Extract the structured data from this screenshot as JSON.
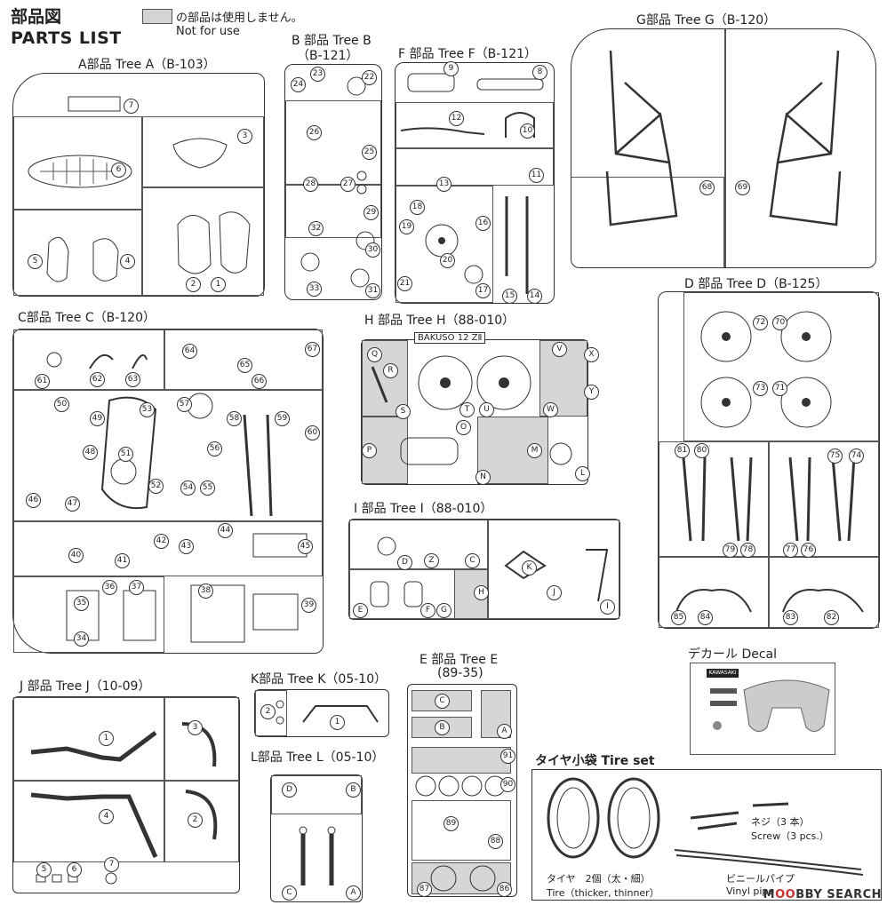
{
  "header": {
    "title_jp": "部品図",
    "title_en": "PARTS LIST",
    "legend_jp": "の部品は使用しません。",
    "legend_en": "Not for use"
  },
  "trees": {
    "A": {
      "label": "A部品 Tree A（B-103）",
      "parts": [
        "7",
        "3",
        "6",
        "5",
        "4",
        "2",
        "1"
      ]
    },
    "B": {
      "label": "B 部品 Tree B",
      "code": "（B-121）",
      "parts": [
        "24",
        "23",
        "22",
        "26",
        "25",
        "28",
        "27",
        "32",
        "29",
        "30",
        "33",
        "31"
      ]
    },
    "F": {
      "label": "F 部品 Tree F（B-121）",
      "parts": [
        "9",
        "8",
        "12",
        "10",
        "11",
        "13",
        "18",
        "16",
        "19",
        "20",
        "21",
        "17",
        "15",
        "14"
      ]
    },
    "G": {
      "label": "G部品 Tree G（B-120）",
      "parts": [
        "68",
        "69"
      ]
    },
    "D": {
      "label": "D 部品 Tree D（B-125）",
      "parts": [
        "72",
        "70",
        "73",
        "71",
        "81",
        "80",
        "75",
        "74",
        "79",
        "78",
        "77",
        "76",
        "85",
        "84",
        "83",
        "82"
      ]
    },
    "C": {
      "label": "C部品 Tree C（B-120）",
      "parts": [
        "61",
        "62",
        "63",
        "64",
        "65",
        "66",
        "67",
        "50",
        "49",
        "53",
        "57",
        "58",
        "59",
        "60",
        "48",
        "51",
        "56",
        "46",
        "47",
        "52",
        "54",
        "55",
        "40",
        "42",
        "43",
        "44",
        "45",
        "41",
        "35",
        "36",
        "37",
        "38",
        "39",
        "34"
      ]
    },
    "H": {
      "label": "H 部品 Tree H（88-010）",
      "tag": "BAKUSO 12 ZⅡ",
      "parts": [
        "Q",
        "R",
        "S",
        "T",
        "U",
        "V",
        "X",
        "Y",
        "W",
        "O",
        "P",
        "M",
        "N",
        "L"
      ]
    },
    "I": {
      "label": "I 部品 Tree I（88-010）",
      "parts": [
        "K",
        "D",
        "Z",
        "C",
        "J",
        "H",
        "I",
        "E",
        "F",
        "G"
      ]
    },
    "J": {
      "label": "J 部品 Tree J（10-09）",
      "parts": [
        "1",
        "3",
        "4",
        "2",
        "5",
        "6",
        "7"
      ]
    },
    "K": {
      "label": "K部品 Tree K（05-10）",
      "parts": [
        "2",
        "1"
      ]
    },
    "L": {
      "label": "L部品 Tree L（05-10）",
      "parts": [
        "D",
        "B",
        "C",
        "A"
      ]
    },
    "E": {
      "label": "E 部品 Tree E",
      "code": "(89-35)",
      "parts": [
        "C",
        "B",
        "A",
        "91",
        "90",
        "89",
        "88",
        "87",
        "86"
      ]
    }
  },
  "decal": {
    "label": "デカール Decal",
    "brand": "KAWASAKI"
  },
  "tire_set": {
    "label": "タイヤ小袋 Tire set",
    "tire_jp": "タイヤ　2個（太・細）",
    "tire_en": "Tire（thicker, thinner）",
    "screw_jp": "ネジ（3 本）",
    "screw_en": "Screw（3 pcs.）",
    "pipe_jp": "ビニールパイプ",
    "pipe_en": "Vinyl pipe"
  },
  "watermark": {
    "pre": "M",
    "oo": "OO",
    "post": "BBY SEARCH"
  }
}
